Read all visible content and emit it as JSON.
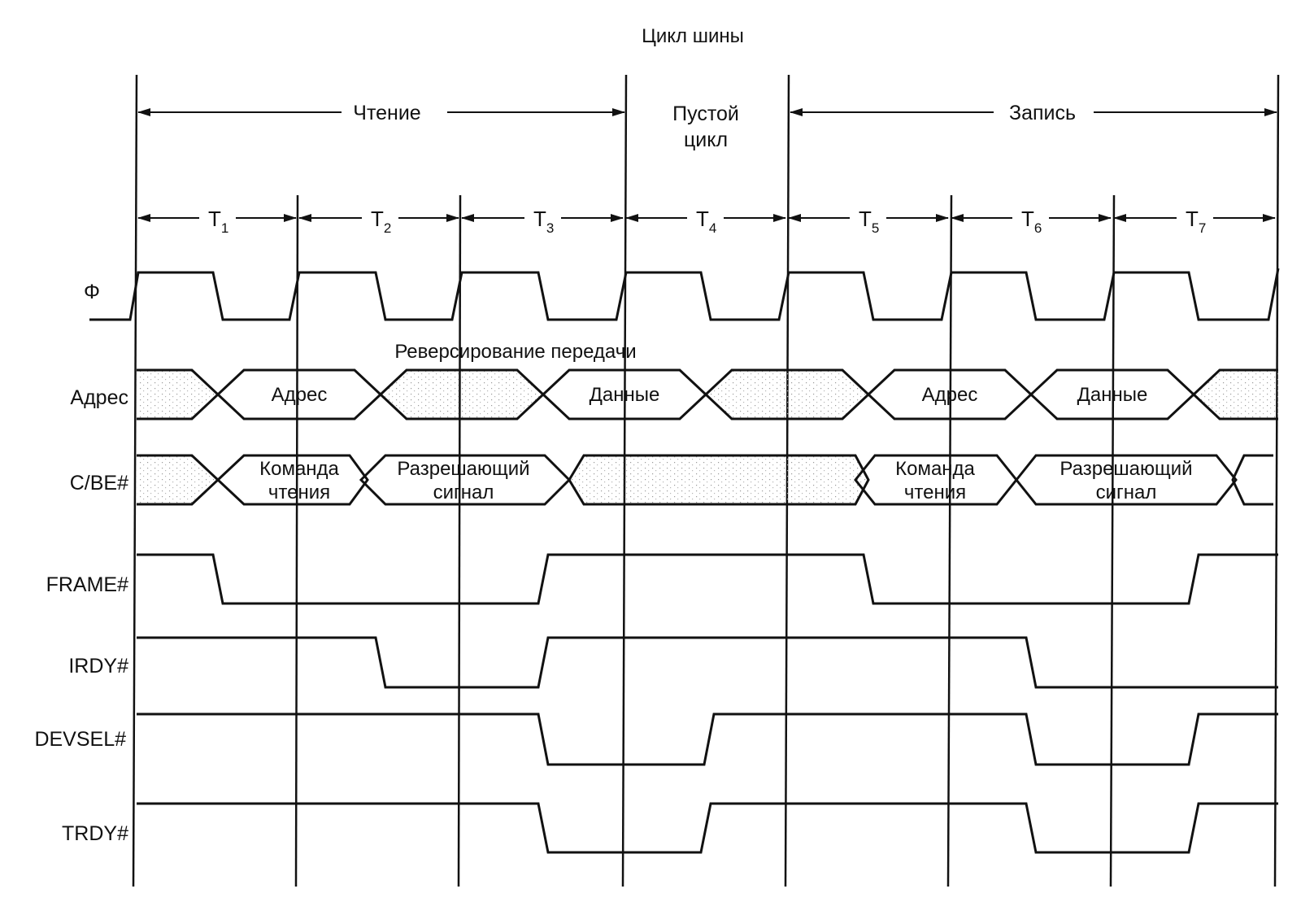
{
  "title": "Цикл шины",
  "phases": {
    "read": "Чтение",
    "idle_line1": "Пустой",
    "idle_line2": "цикл",
    "write": "Запись"
  },
  "periods": [
    {
      "label": "T",
      "sub": "1"
    },
    {
      "label": "T",
      "sub": "2"
    },
    {
      "label": "T",
      "sub": "3"
    },
    {
      "label": "T",
      "sub": "4"
    },
    {
      "label": "T",
      "sub": "5"
    },
    {
      "label": "T",
      "sub": "6"
    },
    {
      "label": "T",
      "sub": "7"
    }
  ],
  "turnaround_label": "Реверсирование  передачи",
  "signals": {
    "clock": "Φ",
    "addr": "Адрес",
    "cbe": "C/BE#",
    "frame": "FRAME#",
    "irdy": "IRDY#",
    "devsel": "DEVSEL#",
    "trdy": "TRDY#"
  },
  "bus_labels": {
    "addr_1": "Адрес",
    "data_1": "Данные",
    "addr_2": "Адрес",
    "data_2": "Данные",
    "cmd_1_line1": "Команда",
    "cmd_1_line2": "чтения",
    "en_1_line1": "Разрешающий",
    "en_1_line2": "сигнал",
    "cmd_2_line1": "Команда",
    "cmd_2_line2": "чтения",
    "en_2_line1": "Разрешающий",
    "en_2_line2": "сигнал"
  }
}
